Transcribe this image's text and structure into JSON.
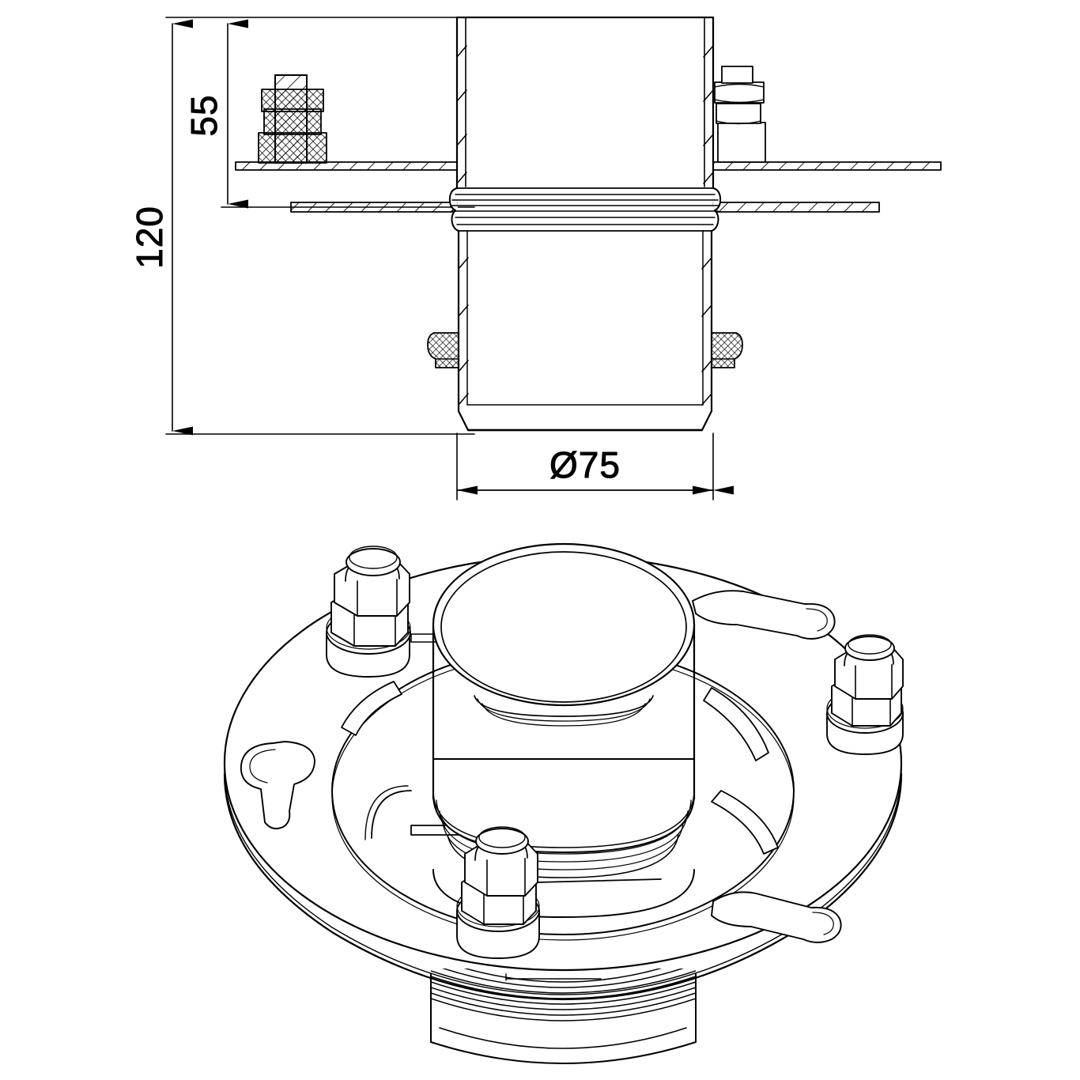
{
  "document": {
    "type": "engineering-drawing",
    "title": "Roof drain outlet with clamping flange",
    "views": [
      "sectional-elevation",
      "isometric-assembly"
    ],
    "line_color": "#000000",
    "background_color": "#ffffff",
    "unit": "mm"
  },
  "dimensions": {
    "overall_height": {
      "label": "120",
      "value": 120,
      "orientation": "vertical",
      "rotated_text": true
    },
    "upper_height": {
      "label": "55",
      "value": 55,
      "orientation": "vertical",
      "rotated_text": true
    },
    "outlet_diameter": {
      "label": "Ø75",
      "value": 75,
      "symbol": "Ø",
      "orientation": "horizontal",
      "rotated_text": false
    }
  },
  "section_view": {
    "name": "sectional-elevation",
    "components": [
      "upper-pipe-spigot",
      "clamping-ring-plate",
      "membrane-flange-plate",
      "central-bead-gasket-ring",
      "lower-body-barrel",
      "knurled-set-screw-left",
      "knurled-set-screw-right",
      "bolt-stack-left",
      "bolt-stack-right"
    ],
    "hatching": "45-degree section hatch"
  },
  "iso_view": {
    "name": "isometric-assembly",
    "components": [
      "circular-flange-disc",
      "open-top-cylinder",
      "bead-collar-ring",
      "hex-bolt-top-left",
      "hex-bolt-right",
      "hex-bolt-bottom",
      "keyhole-slot-left",
      "keyhole-slot-top-right",
      "keyhole-slot-bottom-right",
      "threaded-spigot-bottom",
      "internal-vane-ribs"
    ],
    "bolt_count": 3,
    "slot_count": 3
  }
}
